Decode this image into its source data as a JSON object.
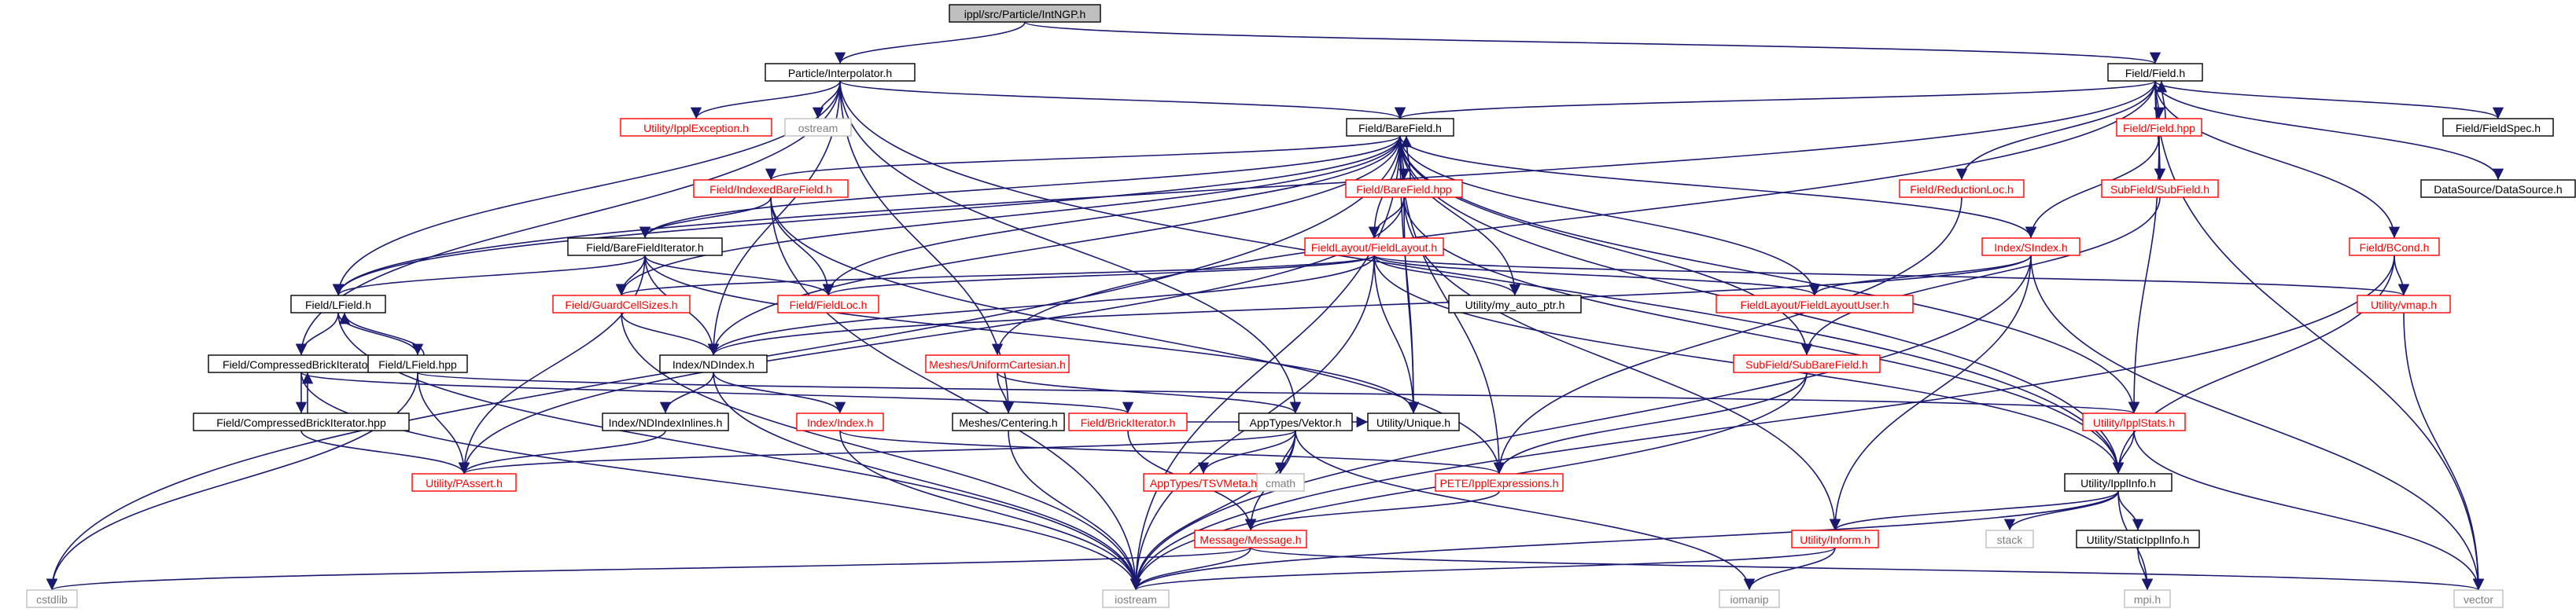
{
  "diagram": {
    "type": "include-dependency-graph",
    "colors": {
      "edge": "#191970",
      "root_fill": "#bfbfbf",
      "root_text": "#000000",
      "documented_border": "#000000",
      "documented_text": "#000000",
      "undocumented_border": "#ff0000",
      "undocumented_text": "#ff0000",
      "system_border": "#bfbfbf",
      "system_text": "#808080"
    },
    "nodes": [
      {
        "id": "root",
        "label": "ippl/src/Particle/IntNGP.h",
        "kind": "root"
      },
      {
        "id": "pi",
        "label": "Particle/Interpolator.h",
        "kind": "doc"
      },
      {
        "id": "field",
        "label": "Field/Field.h",
        "kind": "doc"
      },
      {
        "id": "ipplexc",
        "label": "Utility/IpplException.h",
        "kind": "undoc"
      },
      {
        "id": "ostream",
        "label": "ostream",
        "kind": "sys"
      },
      {
        "id": "barefield",
        "label": "Field/BareField.h",
        "kind": "doc"
      },
      {
        "id": "fieldhpp",
        "label": "Field/Field.hpp",
        "kind": "undoc"
      },
      {
        "id": "fieldspec",
        "label": "Field/FieldSpec.h",
        "kind": "doc"
      },
      {
        "id": "subfield",
        "label": "SubField/SubField.h",
        "kind": "undoc"
      },
      {
        "id": "datasource",
        "label": "DataSource/DataSource.h",
        "kind": "doc"
      },
      {
        "id": "redloc",
        "label": "Field/ReductionLoc.h",
        "kind": "undoc"
      },
      {
        "id": "bcond",
        "label": "Field/BCond.h",
        "kind": "undoc"
      },
      {
        "id": "ibf",
        "label": "Field/IndexedBareField.h",
        "kind": "undoc"
      },
      {
        "id": "bfhpp",
        "label": "Field/BareField.hpp",
        "kind": "undoc"
      },
      {
        "id": "bfi",
        "label": "Field/BareFieldIterator.h",
        "kind": "doc"
      },
      {
        "id": "fl",
        "label": "FieldLayout/FieldLayout.h",
        "kind": "undoc"
      },
      {
        "id": "sindex",
        "label": "Index/SIndex.h",
        "kind": "undoc"
      },
      {
        "id": "gcs",
        "label": "Field/GuardCellSizes.h",
        "kind": "undoc"
      },
      {
        "id": "fieldloc",
        "label": "Field/FieldLoc.h",
        "kind": "undoc"
      },
      {
        "id": "myauto",
        "label": "Utility/my_auto_ptr.h",
        "kind": "doc"
      },
      {
        "id": "flu",
        "label": "FieldLayout/FieldLayoutUser.h",
        "kind": "undoc"
      },
      {
        "id": "vmap",
        "label": "Utility/vmap.h",
        "kind": "undoc"
      },
      {
        "id": "lfield",
        "label": "Field/LField.h",
        "kind": "doc"
      },
      {
        "id": "cbi",
        "label": "Field/CompressedBrickIterator.h",
        "kind": "doc"
      },
      {
        "id": "lfieldhpp",
        "label": "Field/LField.hpp",
        "kind": "doc"
      },
      {
        "id": "ndindex",
        "label": "Index/NDIndex.h",
        "kind": "doc"
      },
      {
        "id": "mesh",
        "label": "Meshes/UniformCartesian.h",
        "kind": "undoc"
      },
      {
        "id": "sbf",
        "label": "SubField/SubBareField.h",
        "kind": "undoc"
      },
      {
        "id": "cbihpp",
        "label": "Field/CompressedBrickIterator.hpp",
        "kind": "doc"
      },
      {
        "id": "ndinl",
        "label": "Index/NDIndexInlines.h",
        "kind": "doc"
      },
      {
        "id": "index",
        "label": "Index/Index.h",
        "kind": "undoc"
      },
      {
        "id": "centering",
        "label": "Meshes/Centering.h",
        "kind": "doc"
      },
      {
        "id": "brick",
        "label": "Field/BrickIterator.h",
        "kind": "undoc"
      },
      {
        "id": "vektor",
        "label": "AppTypes/Vektor.h",
        "kind": "doc"
      },
      {
        "id": "unique",
        "label": "Utility/Unique.h",
        "kind": "doc"
      },
      {
        "id": "stats",
        "label": "Utility/IpplStats.h",
        "kind": "undoc"
      },
      {
        "id": "passert",
        "label": "Utility/PAssert.h",
        "kind": "undoc"
      },
      {
        "id": "tsv",
        "label": "AppTypes/TSVMeta.h",
        "kind": "undoc"
      },
      {
        "id": "cmath",
        "label": "cmath",
        "kind": "sys"
      },
      {
        "id": "pete",
        "label": "PETE/IpplExpressions.h",
        "kind": "undoc"
      },
      {
        "id": "ipplinfo",
        "label": "Utility/IpplInfo.h",
        "kind": "doc"
      },
      {
        "id": "message",
        "label": "Message/Message.h",
        "kind": "undoc"
      },
      {
        "id": "inform",
        "label": "Utility/Inform.h",
        "kind": "undoc"
      },
      {
        "id": "stack",
        "label": "stack",
        "kind": "sys"
      },
      {
        "id": "static",
        "label": "Utility/StaticIpplInfo.h",
        "kind": "doc"
      },
      {
        "id": "cstdlib",
        "label": "cstdlib",
        "kind": "sys"
      },
      {
        "id": "iostream",
        "label": "iostream",
        "kind": "sys"
      },
      {
        "id": "iomanip",
        "label": "iomanip",
        "kind": "sys"
      },
      {
        "id": "mpi",
        "label": "mpi.h",
        "kind": "sys"
      },
      {
        "id": "vector",
        "label": "vector",
        "kind": "sys"
      }
    ],
    "edges": [
      [
        "root",
        "pi"
      ],
      [
        "root",
        "field"
      ],
      [
        "pi",
        "ipplexc"
      ],
      [
        "pi",
        "ostream"
      ],
      [
        "pi",
        "barefield"
      ],
      [
        "pi",
        "lfield"
      ],
      [
        "pi",
        "cbi"
      ],
      [
        "pi",
        "ndindex"
      ],
      [
        "pi",
        "vektor"
      ],
      [
        "pi",
        "centering"
      ],
      [
        "pi",
        "ipplinfo"
      ],
      [
        "field",
        "barefield"
      ],
      [
        "field",
        "fieldhpp"
      ],
      [
        "field",
        "fieldspec"
      ],
      [
        "field",
        "subfield"
      ],
      [
        "field",
        "datasource"
      ],
      [
        "field",
        "redloc"
      ],
      [
        "field",
        "bcond"
      ],
      [
        "field",
        "mesh"
      ],
      [
        "field",
        "lfield"
      ],
      [
        "field",
        "vector"
      ],
      [
        "fieldhpp",
        "field"
      ],
      [
        "fieldhpp",
        "subfield"
      ],
      [
        "fieldhpp",
        "sindex"
      ],
      [
        "fieldhpp",
        "stats"
      ],
      [
        "barefield",
        "ibf"
      ],
      [
        "barefield",
        "bfhpp"
      ],
      [
        "barefield",
        "bfi"
      ],
      [
        "barefield",
        "fl"
      ],
      [
        "barefield",
        "sindex"
      ],
      [
        "barefield",
        "gcs"
      ],
      [
        "barefield",
        "fieldloc"
      ],
      [
        "barefield",
        "myauto"
      ],
      [
        "barefield",
        "flu"
      ],
      [
        "barefield",
        "lfield"
      ],
      [
        "barefield",
        "sbf"
      ],
      [
        "barefield",
        "ndindex"
      ],
      [
        "barefield",
        "unique"
      ],
      [
        "barefield",
        "pete"
      ],
      [
        "barefield",
        "stats"
      ],
      [
        "barefield",
        "ipplinfo"
      ],
      [
        "barefield",
        "cstdlib"
      ],
      [
        "barefield",
        "iostream"
      ],
      [
        "bfhpp",
        "barefield"
      ],
      [
        "bfhpp",
        "fl"
      ],
      [
        "bfhpp",
        "unique"
      ],
      [
        "bfhpp",
        "inform"
      ],
      [
        "bfhpp",
        "ipplinfo"
      ],
      [
        "bfhpp",
        "passert"
      ],
      [
        "ibf",
        "bfi"
      ],
      [
        "ibf",
        "fieldloc"
      ],
      [
        "ibf",
        "pete"
      ],
      [
        "ibf",
        "iostream"
      ],
      [
        "bfi",
        "lfield"
      ],
      [
        "bfi",
        "gcs"
      ],
      [
        "bfi",
        "fieldloc"
      ],
      [
        "bfi",
        "ndindex"
      ],
      [
        "bfi",
        "passert"
      ],
      [
        "bfi",
        "unique"
      ],
      [
        "fl",
        "ndindex"
      ],
      [
        "fl",
        "flu"
      ],
      [
        "fl",
        "myauto"
      ],
      [
        "fl",
        "vmap"
      ],
      [
        "fl",
        "unique"
      ],
      [
        "fl",
        "ipplinfo"
      ],
      [
        "fl",
        "iostream"
      ],
      [
        "fl",
        "fieldloc"
      ],
      [
        "fl",
        "gcs"
      ],
      [
        "sindex",
        "flu"
      ],
      [
        "sindex",
        "ndindex"
      ],
      [
        "sindex",
        "inform"
      ],
      [
        "sindex",
        "vector"
      ],
      [
        "sindex",
        "iostream"
      ],
      [
        "redloc",
        "pete"
      ],
      [
        "subfield",
        "sbf"
      ],
      [
        "bcond",
        "vmap"
      ],
      [
        "bcond",
        "ipplinfo"
      ],
      [
        "bcond",
        "iostream"
      ],
      [
        "vmap",
        "vector"
      ],
      [
        "gcs",
        "ndindex"
      ],
      [
        "gcs",
        "iostream"
      ],
      [
        "lfield",
        "cbi"
      ],
      [
        "lfield",
        "lfieldhpp"
      ],
      [
        "lfield",
        "iostream"
      ],
      [
        "lfieldhpp",
        "lfield"
      ],
      [
        "lfieldhpp",
        "passert"
      ],
      [
        "lfieldhpp",
        "stats"
      ],
      [
        "lfieldhpp",
        "cstdlib"
      ],
      [
        "cbi",
        "cbihpp"
      ],
      [
        "cbi",
        "brick"
      ],
      [
        "cbi",
        "iostream"
      ],
      [
        "cbihpp",
        "cbi"
      ],
      [
        "cbihpp",
        "passert"
      ],
      [
        "ndindex",
        "ndinl"
      ],
      [
        "ndindex",
        "index"
      ],
      [
        "ndindex",
        "iostream"
      ],
      [
        "ndinl",
        "passert"
      ],
      [
        "index",
        "pete"
      ],
      [
        "index",
        "iostream"
      ],
      [
        "mesh",
        "centering"
      ],
      [
        "mesh",
        "vektor"
      ],
      [
        "centering",
        "iostream"
      ],
      [
        "sbf",
        "pete"
      ],
      [
        "sbf",
        "iostream"
      ],
      [
        "brick",
        "message"
      ],
      [
        "brick",
        "unique"
      ],
      [
        "vektor",
        "tsv"
      ],
      [
        "vektor",
        "cmath"
      ],
      [
        "vektor",
        "passert"
      ],
      [
        "vektor",
        "message"
      ],
      [
        "vektor",
        "iostream"
      ],
      [
        "vektor",
        "iomanip"
      ],
      [
        "stats",
        "ipplinfo"
      ],
      [
        "stats",
        "vector"
      ],
      [
        "pete",
        "message"
      ],
      [
        "ipplinfo",
        "inform"
      ],
      [
        "ipplinfo",
        "stack"
      ],
      [
        "ipplinfo",
        "static"
      ],
      [
        "ipplinfo",
        "mpi"
      ],
      [
        "ipplinfo",
        "iostream"
      ],
      [
        "message",
        "iostream"
      ],
      [
        "message",
        "cstdlib"
      ],
      [
        "message",
        "vector"
      ],
      [
        "inform",
        "iostream"
      ],
      [
        "inform",
        "iomanip"
      ],
      [
        "static",
        "mpi"
      ]
    ]
  }
}
